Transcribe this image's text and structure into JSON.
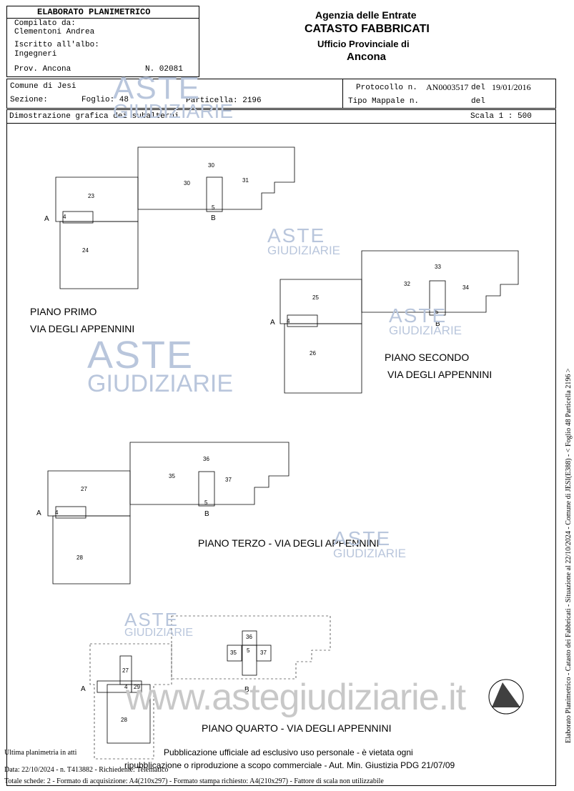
{
  "header": {
    "form_title": "ELABORATO PLANIMETRICO",
    "compiled_label": "Compilato da:",
    "compiled_name": "Clementoni Andrea",
    "register_label": "Iscritto all'albo:",
    "register_value": "Ingegneri",
    "prov": "Prov. Ancona",
    "number": "N. 02081",
    "agency_1": "Agenzia delle Entrate",
    "agency_2": "CATASTO FABBRICATI",
    "agency_3": "Ufficio Provinciale di",
    "agency_4": "Ancona"
  },
  "info": {
    "comune": "Comune di Jesi",
    "sezione": "Sezione:",
    "foglio": "Foglio: 48",
    "particella": "Particella: 2196",
    "protocollo_label": "Protocollo n.",
    "protocollo_value": "AN0003517",
    "del_label_1": "del",
    "del_value_1": "19/01/2016",
    "tipo_label": "Tipo Mappale n.",
    "del_label_2": "del",
    "dimostrazione": "Dimostrazione grafica dei subalterni",
    "scala": "Scala 1 : 500"
  },
  "floors": {
    "primo_1": "PIANO PRIMO",
    "primo_2": "VIA DEGLI APPENNINI",
    "secondo_1": "PIANO SECONDO",
    "secondo_2": "VIA DEGLI APPENNINI",
    "terzo": "PIANO TERZO  - VIA DEGLI APPENNINI",
    "quarto": "PIANO QUARTO - VIA DEGLI APPENNINI"
  },
  "subalterni": {
    "p1": [
      "23",
      "24",
      "30",
      "30",
      "31",
      "4",
      "5"
    ],
    "p2": [
      "25",
      "26",
      "32",
      "33",
      "34",
      "4",
      "5"
    ],
    "p3": [
      "27",
      "28",
      "35",
      "36",
      "37",
      "4",
      "5"
    ],
    "p4": [
      "27",
      "28",
      "29",
      "4",
      "35",
      "36",
      "37",
      "5"
    ],
    "a": "A",
    "b": "B"
  },
  "watermark": {
    "aste": "ASTE",
    "giudiziarie": "GIUDIZIARIE",
    "site": "www.astegiudiziarie.it"
  },
  "footer": {
    "ultima": "Ultima planimetria in atti",
    "pubblicazione_1": "Pubblicazione ufficiale ad esclusivo uso personale - è vietata ogni",
    "pubblicazione_2": "ripubblicazione o riproduzione a scopo commerciale - Aut. Min. Giustizia PDG 21/07/09",
    "data": "Data: 22/10/2024 - n. T413882 - Richiedente: Telematico",
    "totale": "Totale schede: 2 - Formato di acquisizione: A4(210x297)  - Formato stampa richiesto: A4(210x297) - Fattore di scala non utilizzabile",
    "right_vertical": "Elaborato Planimetrico - Catasto dei Fabbricati - Situazione al 22/10/2024 - Comune di JESI(E388) - < Foglio 48 Particella 2196 >"
  }
}
